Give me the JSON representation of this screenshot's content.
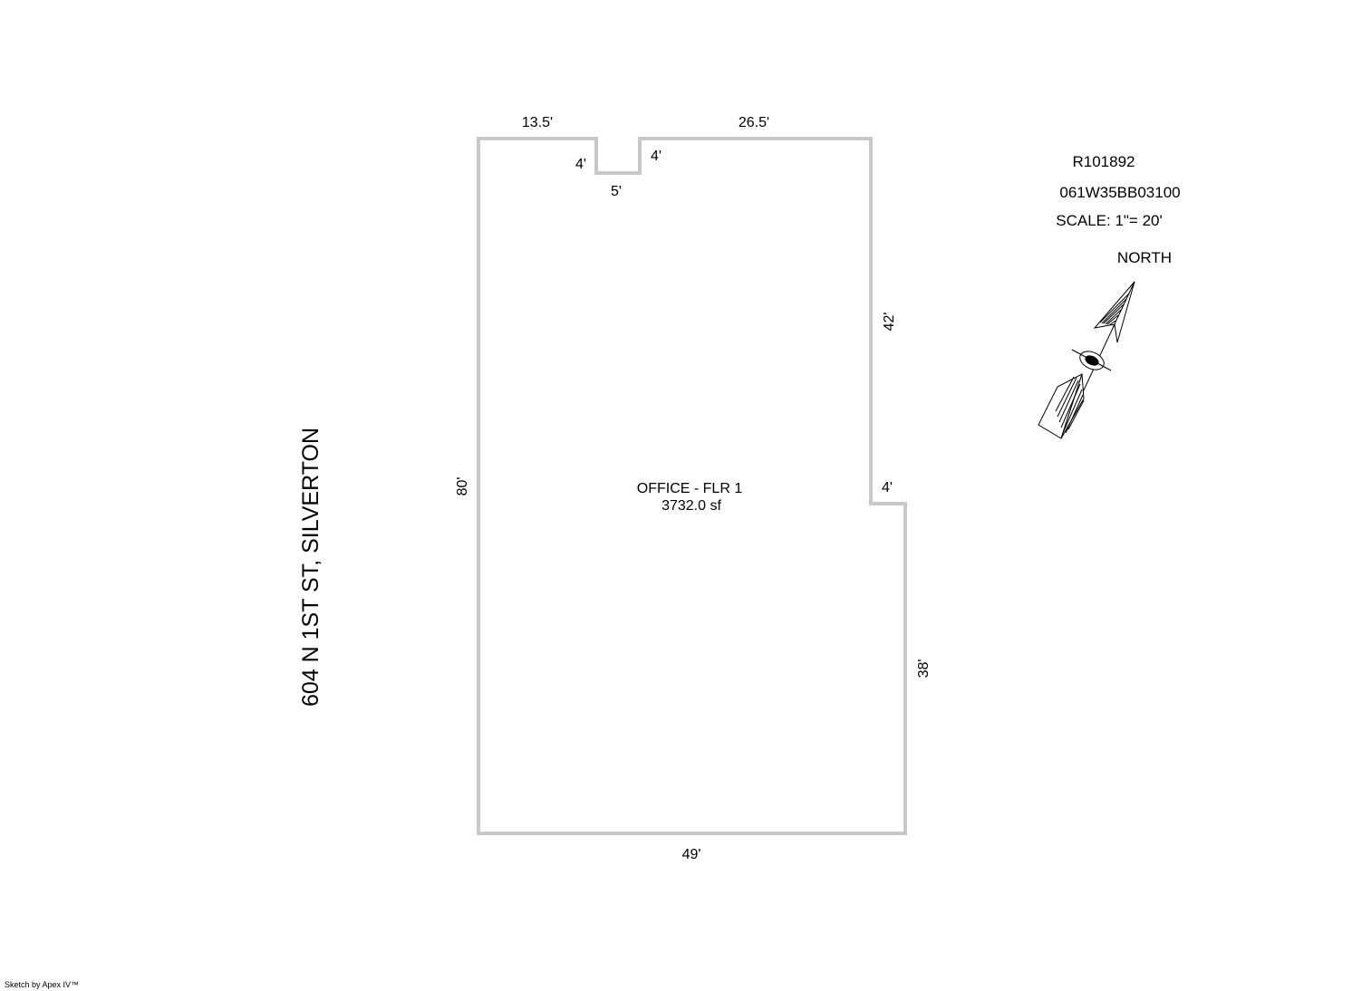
{
  "document": {
    "address": "604 N 1ST ST, SILVERTON",
    "account_id": "R101892",
    "map_tax_lot": "061W35BB03100",
    "scale": "SCALE: 1\"= 20'",
    "north_label": "NORTH",
    "credit": "Sketch by Apex IV™"
  },
  "room": {
    "name": "OFFICE - FLR 1",
    "area": "3732.0 sf"
  },
  "dimensions": {
    "top_left": "13.5'",
    "top_right": "26.5'",
    "notch_left": "4'",
    "notch_right": "4'",
    "notch_bottom": "5'",
    "right_upper": "42'",
    "right_step": "4'",
    "right_lower": "38'",
    "left": "80'",
    "bottom": "49'"
  },
  "colors": {
    "wall": "#c8c8c8",
    "text": "#000000",
    "background": "#ffffff"
  },
  "icons": {
    "compass": "north-arrow-icon"
  }
}
